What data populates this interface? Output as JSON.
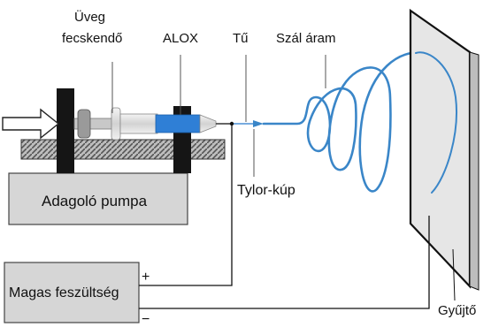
{
  "labels": {
    "syringe_line1": "Üveg",
    "syringe_line2": "fecskendő",
    "alox": "ALOX",
    "needle": "Tű",
    "fiber_jet": "Szál áram",
    "pump": "Adagoló pumpa",
    "taylor_cone": "Tylor-kúp",
    "high_voltage": "Magas feszültség",
    "plus": "+",
    "minus": "−",
    "collector": "Gyűjtő"
  },
  "colors": {
    "fiber": "#3a86c8",
    "solution": "#2f7fd6",
    "block": "#d9d9d9",
    "collector": "#e6e6e6"
  }
}
